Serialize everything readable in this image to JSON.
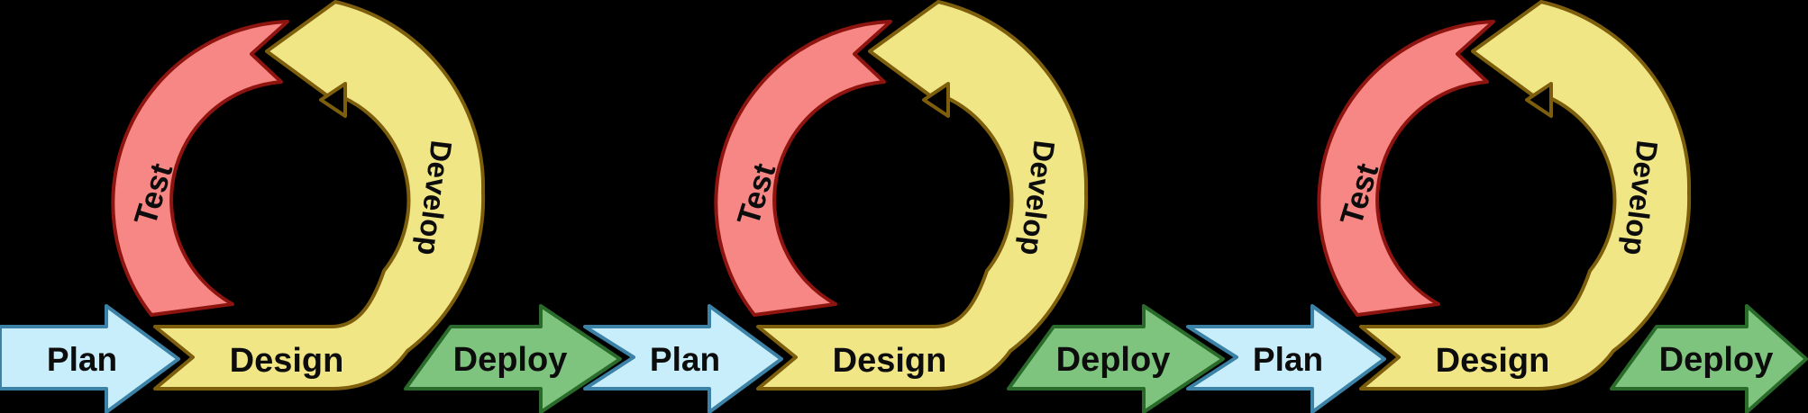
{
  "diagram": {
    "title": "Iterative development cycle diagram",
    "cycle_count": 3
  },
  "cycles": [
    {
      "labels": {
        "plan": "Plan",
        "design": "Design",
        "develop": "Develop",
        "test": "Test",
        "deploy": "Deploy"
      }
    },
    {
      "labels": {
        "plan": "Plan",
        "design": "Design",
        "develop": "Develop",
        "test": "Test",
        "deploy": "Deploy"
      }
    },
    {
      "labels": {
        "plan": "Plan",
        "design": "Design",
        "develop": "Develop",
        "test": "Test",
        "deploy": "Deploy"
      }
    }
  ],
  "colors": {
    "background": "#000000",
    "plan_fill": "#c9eefb",
    "plan_border": "#3b82a6",
    "loop_fill": "#f0e685",
    "loop_border": "#7c5e0d",
    "test_fill": "#f68784",
    "test_border": "#8e1410",
    "deploy_fill": "#7ec47e",
    "deploy_border": "#2a6b2c",
    "label_text": "#0c0c0c"
  }
}
